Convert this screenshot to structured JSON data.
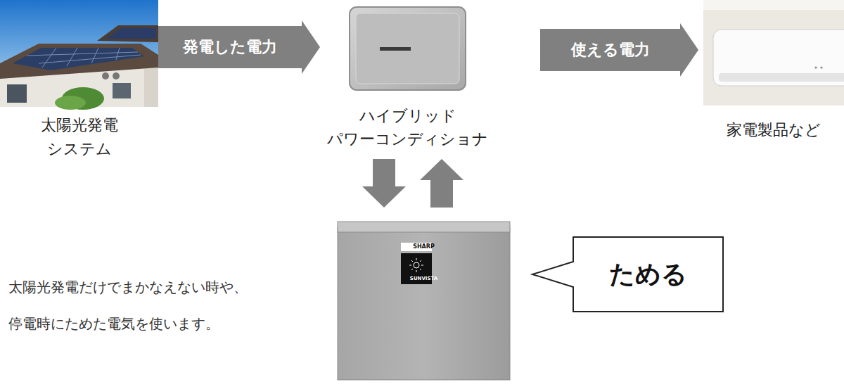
{
  "diagram": {
    "nodes": [
      {
        "text": [
          "太陽光発電 システム"
        ]
      },
      {
        "text": [
          "ハイブリッド パワーコンディショナ"
        ]
      },
      {
        "text": [
          "家電製品など"
        ]
      },
      {
        "text": [
          "SHARP",
          "SUNVISTA"
        ]
      },
      {
        "text": [
          "ためる"
        ]
      }
    ],
    "edges": [
      {
        "from": 0,
        "to": 1,
        "label": "発電した電力",
        "arrow": "to"
      },
      {
        "from": 1,
        "to": 2,
        "label": "使える電力",
        "arrow": "to"
      },
      {
        "from": 1,
        "to": 3,
        "arrow": "to"
      },
      {
        "from": 3,
        "to": 1,
        "arrow": "to"
      }
    ],
    "labels": [
      "太陽光発電だけでまかなえない時や、 停電時にためた電気を使います。"
    ]
  }
}
